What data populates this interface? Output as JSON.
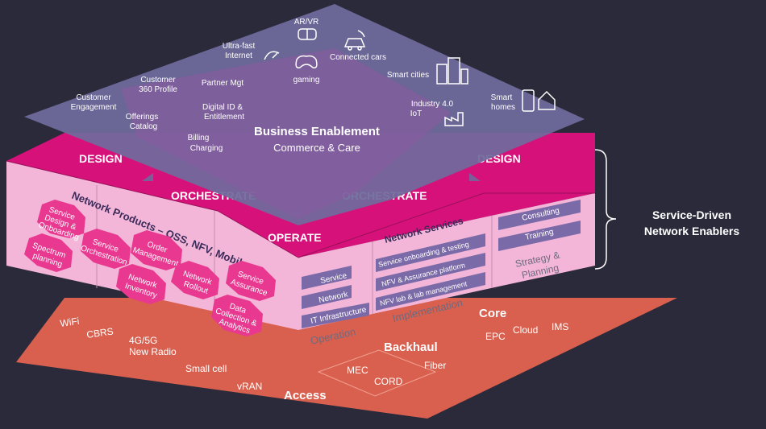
{
  "colors": {
    "background": "#2b2a3a",
    "top_layer": "#6f6a9c",
    "magenta": "#d6127a",
    "pink_side": "#f3b6d8",
    "hexagon": "#e8388f",
    "bottom_layer": "#d9604f",
    "purple_box": "#7b6aa8"
  },
  "top_layer": {
    "title": "Business Enablement",
    "subtitle": "Commerce & Care",
    "items": {
      "ar_vr": "AR/VR",
      "gaming": "gaming",
      "connected_cars": "Connected cars",
      "ultra_fast_line1": "Ultra-fast",
      "ultra_fast_line2": "Internet",
      "smart_cities": "Smart cities",
      "smart_homes_line1": "Smart",
      "smart_homes_line2": "homes",
      "industry_line1": "Industry 4.0",
      "industry_line2": "IoT",
      "partner_mgt": "Partner Mgt",
      "customer_360_line1": "Customer",
      "customer_360_line2": "360 Profile",
      "customer_engagement_line1": "Customer",
      "customer_engagement_line2": "Engagement",
      "offerings_line1": "Offerings",
      "offerings_line2": "Catalog",
      "digital_id_line1": "Digital ID &",
      "digital_id_line2": "Entitlement",
      "billing_line1": "Billing",
      "billing_line2": "Charging"
    }
  },
  "middle_layer": {
    "design_left": "DESIGN",
    "design_right": "DESIGN",
    "orchestrate_left": "ORCHESTRATE",
    "orchestrate_right": "ORCHESTRATE",
    "operate": "OPERATE",
    "network_products_title": "Network Products – OSS, NFV, Mobile",
    "hexagons": {
      "service_design_l1": "Service",
      "service_design_l2": "Design &",
      "service_design_l3": "Onboarding",
      "spectrum_l1": "Spectrum",
      "spectrum_l2": "planning",
      "service_orch_l1": "Service",
      "service_orch_l2": "Orchestration",
      "order_mgmt_l1": "Order",
      "order_mgmt_l2": "Management",
      "net_inventory_l1": "Network",
      "net_inventory_l2": "Inventory",
      "net_rollout_l1": "Network",
      "net_rollout_l2": "Rollout",
      "service_assurance_l1": "Service",
      "service_assurance_l2": "Assurance",
      "data_collection_l1": "Data",
      "data_collection_l2": "Collection &",
      "data_collection_l3": "Analytics"
    },
    "operation": {
      "boxes": [
        "Service",
        "Network",
        "IT Infrastructure"
      ],
      "label": "Operation"
    },
    "network_services": {
      "title": "Network Services",
      "boxes": [
        "Service onboarding & testing",
        "NFV & Assurance platform",
        "NFV lab & lab management"
      ],
      "label": "Implementation"
    },
    "strategy": {
      "boxes": [
        "Consulting",
        "Training"
      ],
      "label_line1": "Strategy &",
      "label_line2": "Planning"
    }
  },
  "bottom_layer": {
    "core": "Core",
    "backhaul": "Backhaul",
    "access": "Access",
    "items": {
      "wifi": "WiFi",
      "cbrs": "CBRS",
      "radio_line1": "4G/5G",
      "radio_line2": "New Radio",
      "small_cell": "Small cell",
      "vran": "vRAN",
      "mec": "MEC",
      "cord": "CORD",
      "fiber": "Fiber",
      "epc": "EPC",
      "cloud": "Cloud",
      "ims": "IMS"
    }
  },
  "side_label": {
    "line1": "Service-Driven",
    "line2": "Network Enablers"
  }
}
